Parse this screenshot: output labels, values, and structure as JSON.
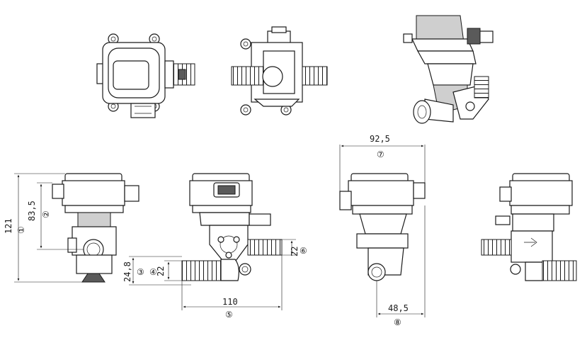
{
  "dimensions": [
    {
      "value": "121",
      "marker": "①"
    },
    {
      "value": "83,5",
      "marker": "②"
    },
    {
      "value": "24,8",
      "marker": "③"
    },
    {
      "value": "22",
      "marker": "④"
    },
    {
      "value": "110",
      "marker": "⑤"
    },
    {
      "value": "22",
      "marker": "⑥"
    },
    {
      "value": "92,5",
      "marker": "⑦"
    },
    {
      "value": "48,5",
      "marker": "⑧"
    }
  ]
}
